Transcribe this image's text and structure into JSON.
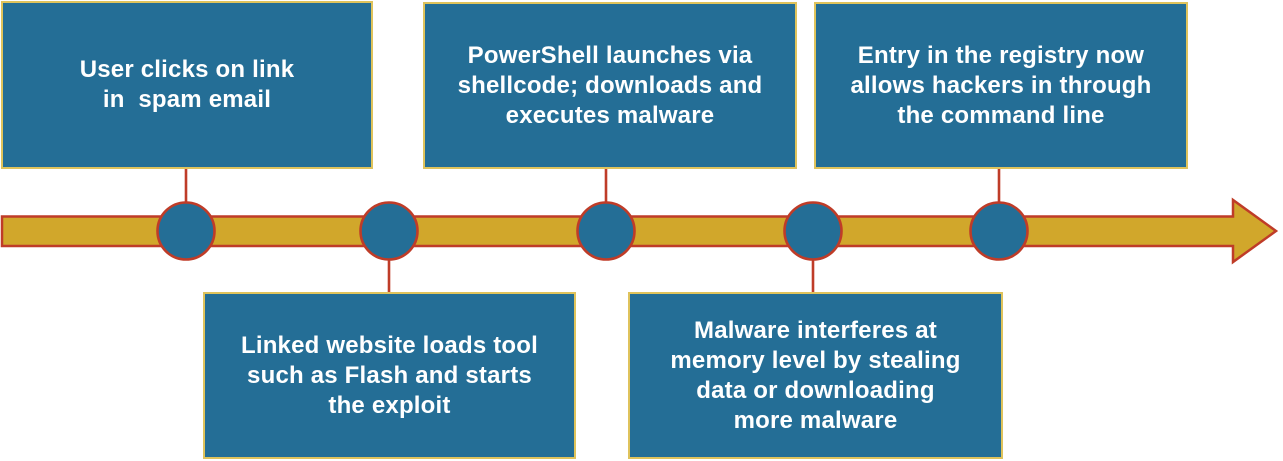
{
  "diagram": {
    "type": "timeline",
    "subject": "stages of a malware attack",
    "direction": "left-to-right",
    "node_count": 5
  },
  "colors": {
    "background": "#FFFFFF",
    "box_fill": "#246E96",
    "box_border": "#DFC35C",
    "arrow_fill": "#D1A72B",
    "outline": "#BF3C28",
    "text": "#FFFFFF"
  },
  "steps": [
    {
      "id": "step-1",
      "position": "above-timeline",
      "text": "User clicks on link\nin  spam email"
    },
    {
      "id": "step-2",
      "position": "below-timeline",
      "text": "Linked website loads tool\nsuch as Flash and starts\nthe exploit"
    },
    {
      "id": "step-3",
      "position": "above-timeline",
      "text": "PowerShell launches via\nshellcode; downloads and\nexecutes malware"
    },
    {
      "id": "step-4",
      "position": "below-timeline",
      "text": "Malware interferes at\nmemory level by stealing\ndata or downloading\nmore malware"
    },
    {
      "id": "step-5",
      "position": "above-timeline",
      "text": "Entry in the registry now\nallows hackers in through\nthe command line"
    }
  ]
}
